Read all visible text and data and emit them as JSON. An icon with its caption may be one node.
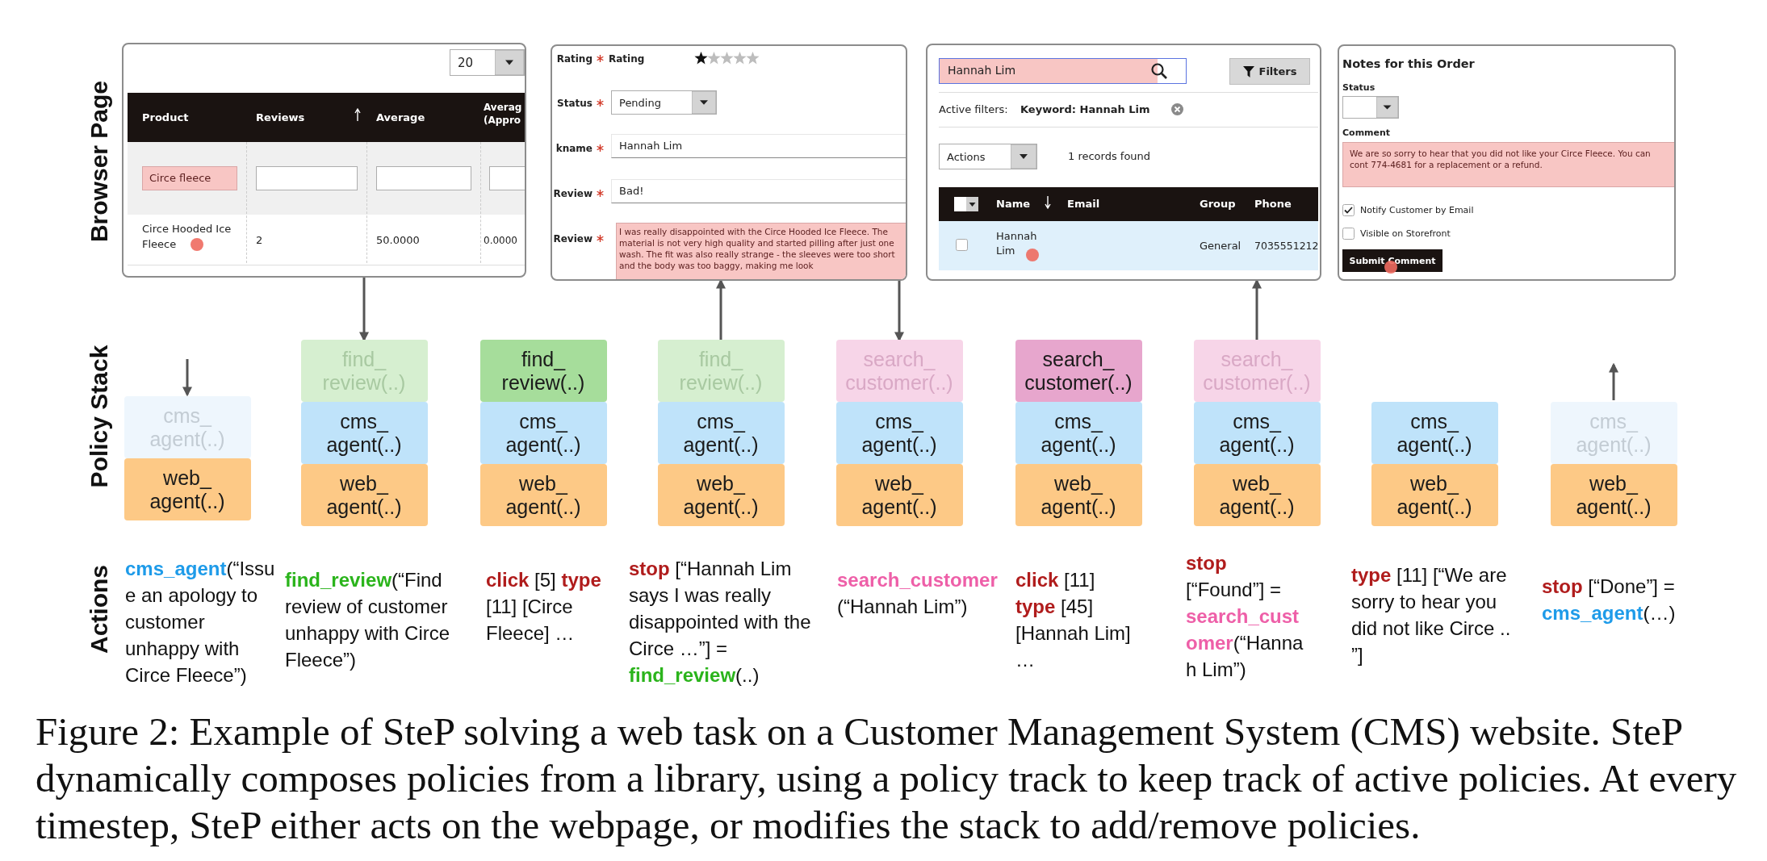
{
  "diagram": {
    "caption": "Figure 2: Example of SteP solving a web task on a Customer Management System (CMS) website. SteP dynamically composes policies from a library, using a policy track to keep track of active policies. At every timestep, SteP either acts on the webpage, or modifies the stack to add/remove policies.",
    "nodes": [
      {
        "text": [
          "20",
          "Product",
          "Reviews",
          "Average",
          "Averag (Appro",
          "Circe fleece",
          "Circe Hooded Ice Fleece",
          "2",
          "50.0000",
          "0.0000"
        ]
      },
      {
        "text": [
          "Rating",
          "Rating",
          "Status",
          "Pending",
          "kname",
          "Hannah Lim",
          "Review",
          "Bad!",
          "Review",
          "I was really disappointed with the Circe Hooded Ice Fleece. The material is not very high quality and started pilling after just one wash. The fit was also really strange - the sleeves were too short and the body was too baggy, making me look"
        ]
      },
      {
        "text": [
          "Hannah Lim",
          "Filters",
          "Active filters:",
          "Keyword: Hannah Lim",
          "Actions",
          "1 records found",
          "Name",
          "Email",
          "Group",
          "Phone",
          "Hannah Lim",
          "General",
          "7035551212"
        ]
      },
      {
        "text": [
          "Notes for this Order",
          "Status",
          "Comment",
          "We are so sorry to hear that you did not like your Circe Fleece. You can cont 774-4681 for a replacement or a refund.",
          "Notify Customer by Email",
          "Visible on Storefront",
          "Submit Comment"
        ]
      },
      {
        "text": [
          "cms_ agent(..)"
        ]
      },
      {
        "text": [
          "web_ agent(..)"
        ]
      },
      {
        "text": [
          "find_ review(..)"
        ]
      },
      {
        "text": [
          "cms_ agent(..)"
        ]
      },
      {
        "text": [
          "web_ agent(..)"
        ]
      },
      {
        "text": [
          "find_ review(..)"
        ]
      },
      {
        "text": [
          "cms_ agent(..)"
        ]
      },
      {
        "text": [
          "web_ agent(..)"
        ]
      },
      {
        "text": [
          "find_ review(..)"
        ]
      },
      {
        "text": [
          "cms_ agent(..)"
        ]
      },
      {
        "text": [
          "web_ agent(..)"
        ]
      },
      {
        "text": [
          "search_ customer(..)"
        ]
      },
      {
        "text": [
          "cms_ agent(..)"
        ]
      },
      {
        "text": [
          "web_ agent(..)"
        ]
      },
      {
        "text": [
          "search_ customer(..)"
        ]
      },
      {
        "text": [
          "cms_ agent(..)"
        ]
      },
      {
        "text": [
          "web_ agent(..)"
        ]
      },
      {
        "text": [
          "search_ customer(..)"
        ]
      },
      {
        "text": [
          "cms_ agent(..)"
        ]
      },
      {
        "text": [
          "web_ agent(..)"
        ]
      },
      {
        "text": [
          "cms_ agent(..)"
        ]
      },
      {
        "text": [
          "web_ agent(..)"
        ]
      },
      {
        "text": [
          "cms_ agent(..)"
        ]
      },
      {
        "text": [
          "web_ agent(..)"
        ]
      }
    ],
    "edges": [
      {
        "from": null,
        "to": 4,
        "arrow": "to"
      },
      {
        "from": 0,
        "to": 6,
        "arrow": "to"
      },
      {
        "from": 12,
        "to": 1,
        "arrow": "to"
      },
      {
        "from": 1,
        "to": 15,
        "arrow": "to"
      },
      {
        "from": 21,
        "to": 2,
        "arrow": "to"
      },
      {
        "from": 26,
        "to": null,
        "arrow": "to"
      }
    ],
    "labels": [
      "Browser Page",
      "Policy Stack",
      "Actions",
      "**cms_agent**(“Issue an apology to customer unhappy with Circe Fleece”)",
      "**find_review**(“Find review of customer unhappy with Circe Fleece”)",
      "**click** [5] **type** [11] [Circe Fleece] …",
      "**stop** [“Hannah Lim says I was really disappointed with the Circe …”] = **find_review**(..)",
      "**search_customer** (“Hannah Lim”)",
      "**click** [11] **type** [45] [Hannah Lim] …",
      "**stop** [“Found”] = **search_customer**(“Hannah Lim”)",
      "**type** [11] [“We are sorry to hear you did not like Circe .. ”]",
      "**stop** [“Done”] = **cms_agent**(…)"
    ]
  }
}
